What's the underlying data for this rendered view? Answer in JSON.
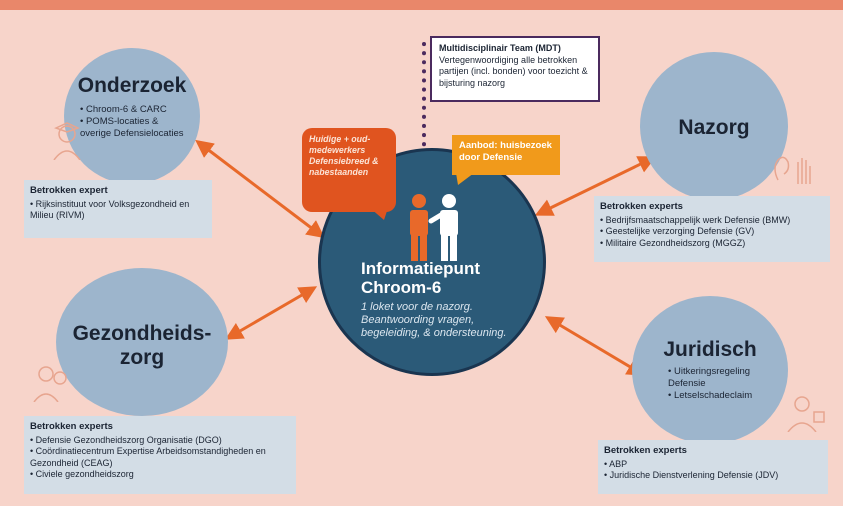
{
  "center": {
    "title_line1": "Informatiepunt",
    "title_line2": "Chroom-6",
    "subtitle": "1 loket voor de nazorg. Beantwoording vragen, begeleiding, & ondersteuning."
  },
  "mdt": {
    "title": "Multidisciplinair Team (MDT)",
    "text": "Vertegenwoordiging alle betrokken partijen (incl. bonden) voor toezicht & bijsturing nazorg"
  },
  "bubble_left": {
    "text": "Huidige + oud-medewerkers Defensiebreed & nabestaanden"
  },
  "bubble_right": {
    "text": "Aanbod: huisbezoek door Defensie"
  },
  "onderzoek": {
    "title": "Onderzoek",
    "items": [
      "Chroom-6 & CARC",
      "POMS-locaties & overige Defensielocaties"
    ],
    "expert_heading": "Betrokken expert",
    "experts": [
      "Rijksinstituut voor Volksgezondheid en Milieu (RIVM)"
    ]
  },
  "nazorg": {
    "title": "Nazorg",
    "expert_heading": "Betrokken experts",
    "experts": [
      "Bedrijfsmaatschappelijk werk Defensie (BMW)",
      "Geestelijke verzorging Defensie (GV)",
      "Militaire Gezondheidszorg (MGGZ)"
    ]
  },
  "gezondheidszorg": {
    "title_line1": "Gezondheids-",
    "title_line2": "zorg",
    "expert_heading": "Betrokken experts",
    "experts": [
      "Defensie Gezondheidszorg Organisatie (DGO)",
      "Coördinatiecentrum Expertise Arbeidsomstandigheden en Gezondheid (CEAG)",
      "Civiele gezondheidszorg"
    ]
  },
  "juridisch": {
    "title": "Juridisch",
    "items": [
      "Uitkeringsregeling Defensie",
      "Letselschadeclaim"
    ],
    "expert_heading": "Betrokken experts",
    "experts": [
      "ABP",
      "Juridische Dienstverlening Defensie (JDV)"
    ]
  },
  "colors": {
    "background": "#f7d4ca",
    "circle": "#9db5cc",
    "center": "#2b5a78",
    "arrow": "#e8692a",
    "box": "#d3dde6"
  }
}
